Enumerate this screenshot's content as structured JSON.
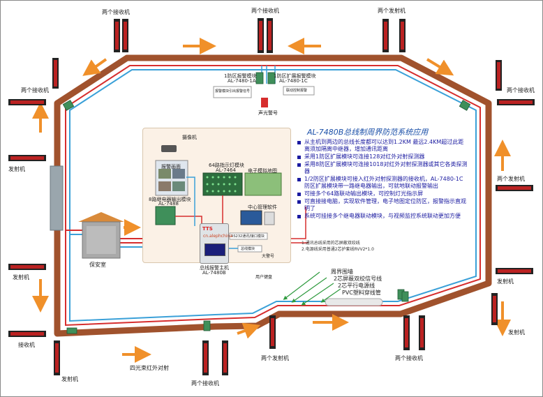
{
  "labels": {
    "receiver": "两个接收机",
    "emitter": "两个发射机",
    "emitter_single": "发射机",
    "receiver_single": "接收机",
    "guard_room": "保安室",
    "four_beam": "四光束红外对射",
    "module_1a_name": "1防区报警模块",
    "module_1a_model": "AL-7480-1A",
    "module_1c_name": "1防区扩展报警模块",
    "module_1c_model": "AL-7480-1C",
    "siren_label": "声光警号",
    "module_box_left": "报警模块引出报警信号",
    "module_box_right": "联动控制报警",
    "camera": "摄像机",
    "video_window": "报警画面",
    "relay_module": "8路继电器输出模块",
    "relay_model": "AL-7488",
    "led_panel": "64路指示灯模块",
    "led_model": "AL-7464",
    "e_map": "电子模拟地图",
    "cms": "中心管理软件",
    "controller": "总线报警主机",
    "controller_model": "AL-7480B",
    "controller_brand": "TTS",
    "rs232": "RS232通讯/接口模块",
    "bus_module": "总线模块",
    "speaker": "大警号",
    "keypad": "用户键盘",
    "watermark": "cn.alephchina",
    "legend_fence": "周界围墙",
    "legend_bus": "2芯屏蔽双绞信号线",
    "legend_power": "2芯平行电源线",
    "legend_pipe": "PVC塑料穿线管"
  },
  "title": "AL-7480B总线制周界防范系统应用",
  "features": [
    "从主机到两边的总线长度都可以达到1.2KM 最远2.4KM超过此距离须加隔离中继器，增加通讯距离",
    "采用1防区扩展模块可连接128对红外对射探测器",
    "采用8防区扩展模块可连接1018对红外对射探测器或其它各类探测器",
    "1/2防区扩展模块可接入红外对射探测器的接收机，AL-7480-1C防区扩展模块带一路继电器输出，可就地联动报警输出",
    "可接多个64路联动输出模块，可控制灯光指示屏",
    "可直接接电脑，实现软件管理，电子地图定位防区，报警指示直观明了",
    "系统可挂接多个继电器联动模块，与视频监控系统联动更加方便"
  ],
  "notes": [
    "1.通讯总线采用的芯屏蔽双绞线",
    "2.电源线采用普通2芯护套线RVV2*1.0"
  ],
  "colors": {
    "outer_wall": "#a0522d",
    "bus_red": "#d62d2d",
    "bus_blue": "#3aa0d8",
    "arrow": "#f0902a",
    "panel_bg": "#fbf1e6",
    "title": "#1a4fa8",
    "feature_text": "#1a1aa0"
  }
}
